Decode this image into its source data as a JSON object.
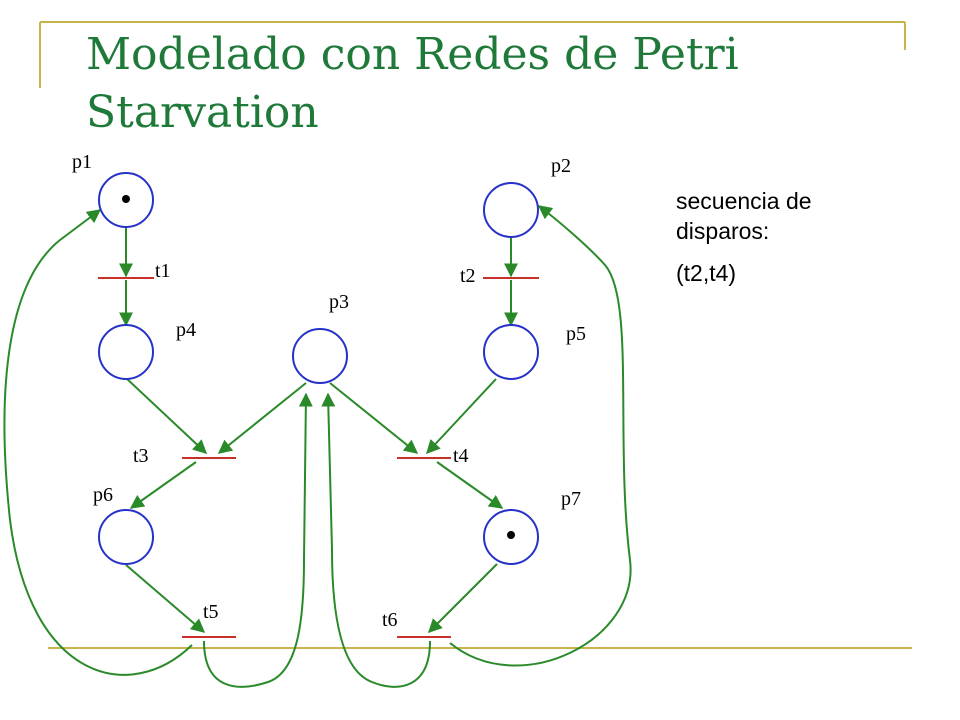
{
  "slide": {
    "title_line1": "Modelado con Redes de Petri",
    "title_line2": "Starvation",
    "side_text": "secuencia de disparos:",
    "sequence": "(t2,t4)"
  },
  "colors": {
    "accent_rule": "#c8b44a",
    "title": "#1f7a3a",
    "place_stroke": "#2632c8",
    "transition": "#c8302a",
    "arc": "#2a8a2a"
  },
  "diagram": {
    "places": [
      {
        "id": "p1",
        "label": "p1",
        "tokens": 1
      },
      {
        "id": "p2",
        "label": "p2",
        "tokens": 0
      },
      {
        "id": "p3",
        "label": "p3",
        "tokens": 0
      },
      {
        "id": "p4",
        "label": "p4",
        "tokens": 0
      },
      {
        "id": "p5",
        "label": "p5",
        "tokens": 0
      },
      {
        "id": "p6",
        "label": "p6",
        "tokens": 0
      },
      {
        "id": "p7",
        "label": "p7",
        "tokens": 1
      }
    ],
    "transitions": [
      {
        "id": "t1",
        "label": "t1"
      },
      {
        "id": "t2",
        "label": "t2"
      },
      {
        "id": "t3",
        "label": "t3"
      },
      {
        "id": "t4",
        "label": "t4"
      },
      {
        "id": "t5",
        "label": "t5"
      },
      {
        "id": "t6",
        "label": "t6"
      }
    ],
    "arcs": [
      {
        "from": "p1",
        "to": "t1"
      },
      {
        "from": "t1",
        "to": "p4"
      },
      {
        "from": "p2",
        "to": "t2"
      },
      {
        "from": "t2",
        "to": "p5"
      },
      {
        "from": "p4",
        "to": "t3"
      },
      {
        "from": "p3",
        "to": "t3"
      },
      {
        "from": "p3",
        "to": "t4"
      },
      {
        "from": "p5",
        "to": "t4"
      },
      {
        "from": "t3",
        "to": "p6"
      },
      {
        "from": "t4",
        "to": "p7"
      },
      {
        "from": "p6",
        "to": "t5"
      },
      {
        "from": "p7",
        "to": "t6"
      },
      {
        "from": "t5",
        "to": "p1"
      },
      {
        "from": "t5",
        "to": "p3"
      },
      {
        "from": "t6",
        "to": "p3"
      },
      {
        "from": "t6",
        "to": "p2"
      }
    ]
  }
}
